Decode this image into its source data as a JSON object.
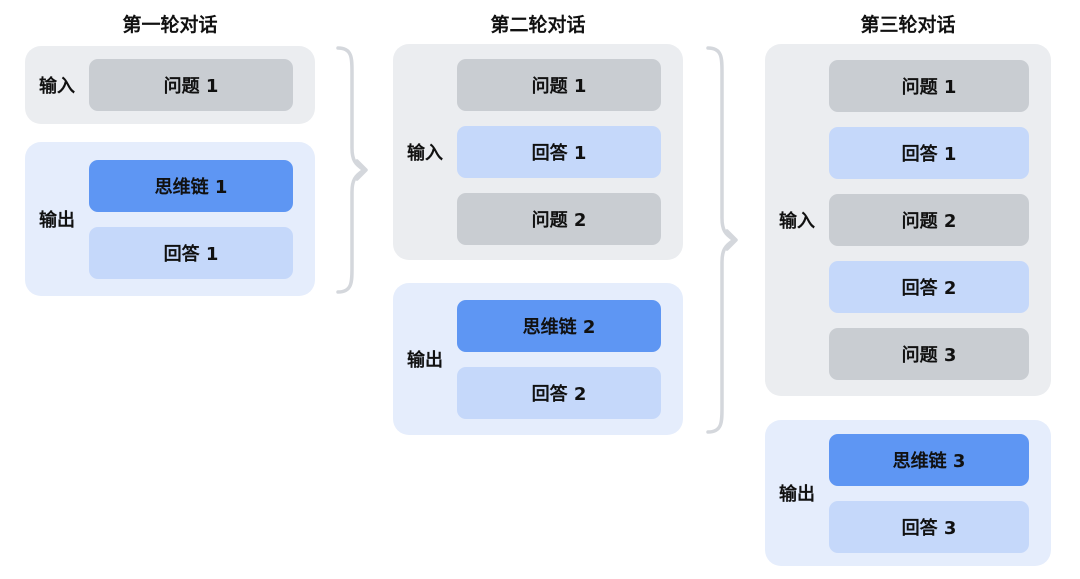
{
  "diagram": {
    "columns": [
      {
        "title": "第一轮对话",
        "input": {
          "label": "输入",
          "items": [
            {
              "text": "问题 1",
              "type": "question"
            }
          ]
        },
        "output": {
          "label": "输出",
          "items": [
            {
              "text": "思维链 1",
              "type": "cot"
            },
            {
              "text": "回答 1",
              "type": "answer"
            }
          ]
        }
      },
      {
        "title": "第二轮对话",
        "input": {
          "label": "输入",
          "items": [
            {
              "text": "问题 1",
              "type": "question"
            },
            {
              "text": "回答 1",
              "type": "answer"
            },
            {
              "text": "问题 2",
              "type": "question"
            }
          ]
        },
        "output": {
          "label": "输出",
          "items": [
            {
              "text": "思维链 2",
              "type": "cot"
            },
            {
              "text": "回答 2",
              "type": "answer"
            }
          ]
        }
      },
      {
        "title": "第三轮对话",
        "input": {
          "label": "输入",
          "items": [
            {
              "text": "问题 1",
              "type": "question"
            },
            {
              "text": "回答 1",
              "type": "answer"
            },
            {
              "text": "问题 2",
              "type": "question"
            },
            {
              "text": "回答 2",
              "type": "answer"
            },
            {
              "text": "问题 3",
              "type": "question"
            }
          ]
        },
        "output": {
          "label": "输出",
          "items": [
            {
              "text": "思维链 3",
              "type": "cot"
            },
            {
              "text": "回答 3",
              "type": "answer"
            }
          ]
        }
      }
    ],
    "colors": {
      "question_box": "#c9cdd2",
      "answer_box": "#c5d8fa",
      "cot_box": "#5e96f3",
      "input_group_bg": "#ebedf0",
      "output_group_bg": "#e5edfc",
      "arrow": "#d4d7dc",
      "text": "#111111",
      "background": "#ffffff"
    }
  }
}
